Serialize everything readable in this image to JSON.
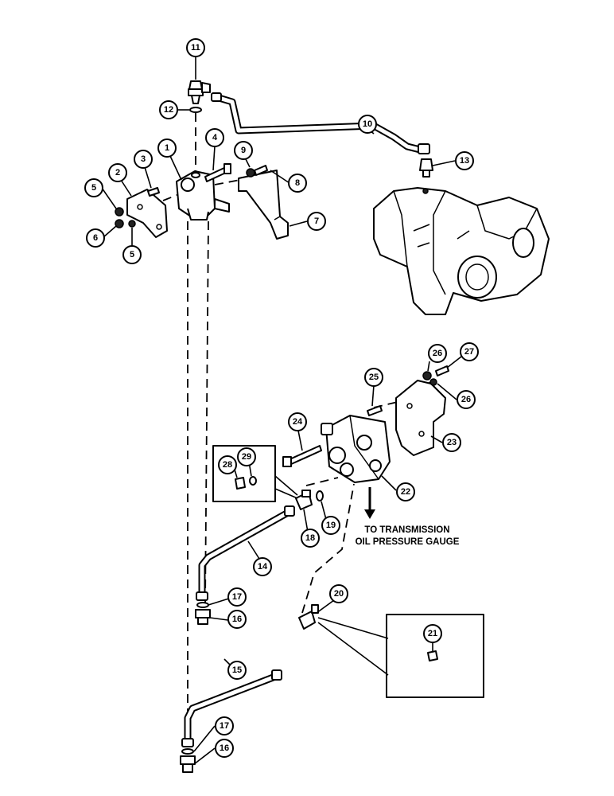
{
  "callouts": {
    "c1": "1",
    "c2": "2",
    "c3": "3",
    "c4": "4",
    "c5a": "5",
    "c5b": "5",
    "c6": "6",
    "c7": "7",
    "c8": "8",
    "c9": "9",
    "c10": "10",
    "c11": "11",
    "c12": "12",
    "c13": "13",
    "c14": "14",
    "c15": "15",
    "c16a": "16",
    "c16b": "16",
    "c17a": "17",
    "c17b": "17",
    "c18": "18",
    "c19": "19",
    "c20": "20",
    "c21": "21",
    "c22": "22",
    "c23": "23",
    "c24": "24",
    "c25": "25",
    "c26a": "26",
    "c26b": "26",
    "c27": "27",
    "c28": "28",
    "c29": "29"
  },
  "note": {
    "line1": "TO TRANSMISSION",
    "line2": "OIL PRESSURE GAUGE"
  }
}
